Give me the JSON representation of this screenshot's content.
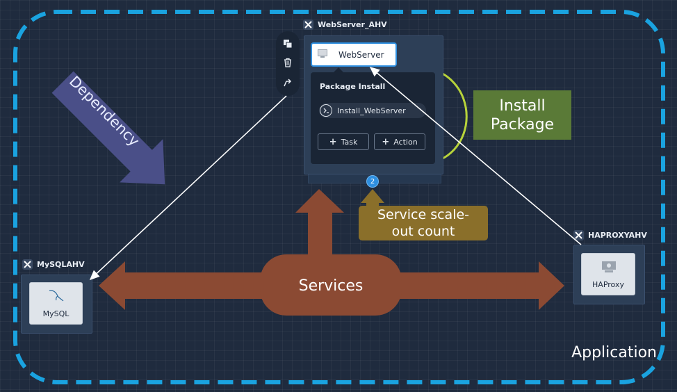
{
  "services": {
    "webserver": {
      "title": "WebServer_AHV",
      "inner_label": "WebServer",
      "scale_count": "2"
    },
    "mysql": {
      "title": "MySQLAHV",
      "inner_label": "MySQL"
    },
    "haproxy": {
      "title": "HAPROXYAHV",
      "inner_label": "HAProxy"
    }
  },
  "package_panel": {
    "title": "Package Install",
    "task_item": "Install_WebServer",
    "buttons": {
      "task": "Task",
      "action": "Action"
    }
  },
  "toolbar": {
    "icons": [
      "copy-icon",
      "trash-icon",
      "connect-icon"
    ]
  },
  "annotations": {
    "dependency": "Dependency",
    "install_package": "Install Package",
    "scale_out": "Service scale-out count",
    "services": "Services",
    "application": "Application"
  },
  "colors": {
    "background": "#1f2b3e",
    "boundary": "#1aa3e0",
    "dependency_arrow": "#4a4f88",
    "services_arrow": "#8b4a33",
    "install_box": "#5a7a37",
    "install_bracket": "#b7d33a",
    "scale_box": "#8a6f2a"
  }
}
